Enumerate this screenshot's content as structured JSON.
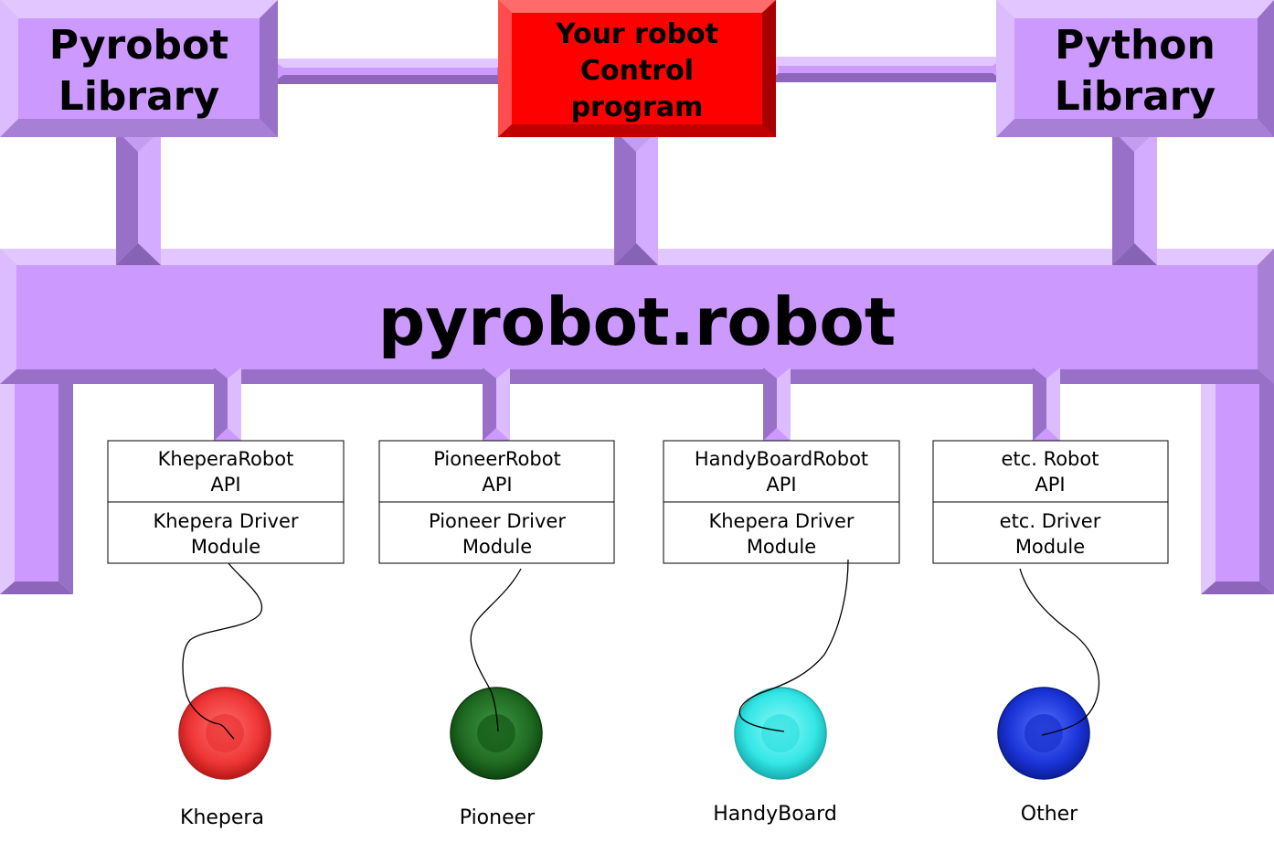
{
  "top": {
    "pyrobot_library": [
      "Pyrobot",
      "Library"
    ],
    "control_program": [
      "Your robot",
      "Control",
      "program"
    ],
    "python_library": [
      "Python",
      "Library"
    ]
  },
  "bus": {
    "label": "pyrobot.robot"
  },
  "modules": [
    {
      "api": [
        "KheperaRobot",
        "API"
      ],
      "driver": [
        "Khepera Driver",
        "Module"
      ],
      "robot": "Khepera"
    },
    {
      "api": [
        "PioneerRobot",
        "API"
      ],
      "driver": [
        "Pioneer Driver",
        "Module"
      ],
      "robot": "Pioneer"
    },
    {
      "api": [
        "HandyBoardRobot",
        "API"
      ],
      "driver": [
        "Khepera Driver",
        "Module"
      ],
      "robot": "HandyBoard"
    },
    {
      "api": [
        "etc. Robot",
        "API"
      ],
      "driver": [
        "etc. Driver",
        "Module"
      ],
      "robot": "Other"
    }
  ],
  "colors": {
    "purple_face": "#cc99ff",
    "purple_light": "#e2c6ff",
    "purple_dark": "#9970c7",
    "red_face": "#ff0000",
    "robot_colors": [
      "#f03a3a",
      "#1f6b22",
      "#33e8e8",
      "#1a34d6"
    ]
  }
}
